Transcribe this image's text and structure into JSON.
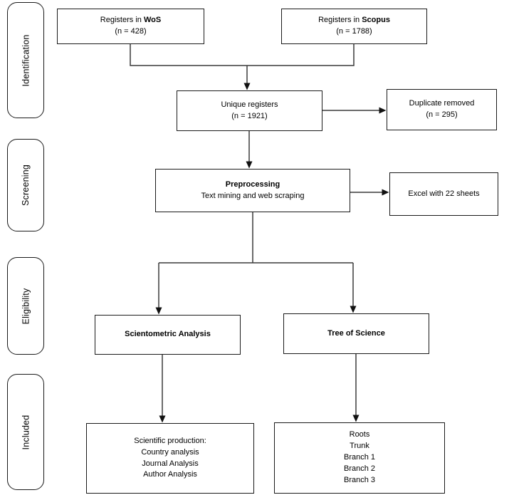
{
  "stages": {
    "identification": "Identification",
    "screening": "Screening",
    "eligibility": "Eligibility",
    "included": "Included"
  },
  "boxes": {
    "wos": {
      "title_prefix": "Registers in ",
      "title_bold": "WoS",
      "count": "(n = 428)"
    },
    "scopus": {
      "title_prefix": "Registers in ",
      "title_bold": "Scopus",
      "count": "(n = 1788)"
    },
    "unique": {
      "title": "Unique registers",
      "count": "(n = 1921)"
    },
    "duplicate": {
      "title": "Duplicate removed",
      "count": "(n = 295)"
    },
    "preprocessing": {
      "title": "Preprocessing",
      "subtitle": "Text mining and web scraping"
    },
    "excel": {
      "title": "Excel with 22 sheets"
    },
    "scientometric": {
      "title": "Scientometric Analysis"
    },
    "tree_of_science": {
      "title": "Tree of Science"
    },
    "scientific_production": {
      "lines": [
        "Scientific production:",
        "Country analysis",
        "Journal Analysis",
        "Author Analysis"
      ]
    },
    "tree_outputs": {
      "lines": [
        "Roots",
        "Trunk",
        "Branch 1",
        "Branch 2",
        "Branch 3"
      ]
    }
  },
  "colors": {
    "background": "#ffffff",
    "box_border": "#1a1a1a",
    "connector": "#3a3a3a",
    "arrowhead": "#111111",
    "text": "#000000"
  }
}
